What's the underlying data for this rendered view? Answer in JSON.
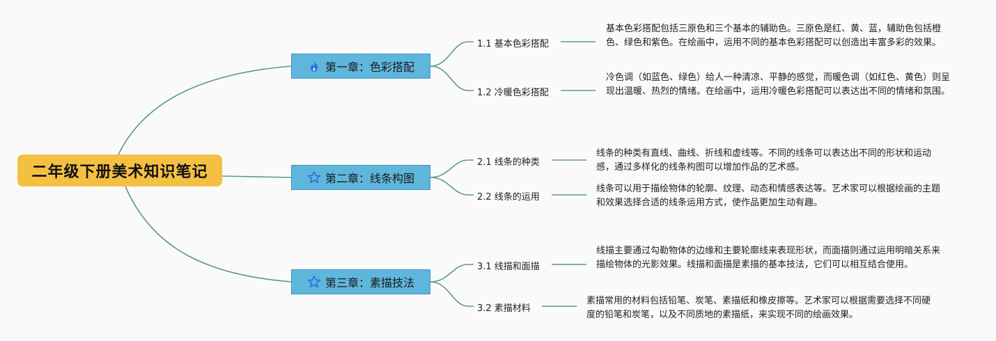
{
  "root": {
    "title": "二年级下册美术知识笔记"
  },
  "chapters": [
    {
      "title": "第一章：色彩搭配",
      "icon": "flame-icon",
      "sections": [
        {
          "label": "1.1 基本色彩搭配",
          "note": "基本色彩搭配包括三原色和三个基本的辅助色。三原色是红、黄、蓝，辅助色包括橙色、绿色和紫色。在绘画中，运用不同的基本色彩搭配可以创造出丰富多彩的效果。"
        },
        {
          "label": "1.2 冷暖色彩搭配",
          "note": "冷色调（如蓝色、绿色）给人一种清凉、平静的感觉，而暖色调（如红色、黄色）则呈现出温暖、热烈的情绪。在绘画中，运用冷暖色彩搭配可以表达出不同的情绪和氛围。"
        }
      ]
    },
    {
      "title": "第二章：线条构图",
      "icon": "star-icon",
      "sections": [
        {
          "label": "2.1 线条的种类",
          "note": "线条的种类有直线、曲线、折线和虚线等。不同的线条可以表达出不同的形状和运动感，通过多样化的线条构图可以增加作品的艺术感。"
        },
        {
          "label": "2.2 线条的运用",
          "note": "线条可以用于描绘物体的轮廓、纹理、动态和情感表达等。艺术家可以根据绘画的主题和效果选择合适的线条运用方式，使作品更加生动有趣。"
        }
      ]
    },
    {
      "title": "第三章：素描技法",
      "icon": "star-icon",
      "sections": [
        {
          "label": "3.1 线描和面描",
          "note": "线描主要通过勾勒物体的边缘和主要轮廓线来表现形状，而面描则通过运用明暗关系来描绘物体的光影效果。线描和面描是素描的基本技法，它们可以相互结合使用。"
        },
        {
          "label": "3.2 素描材料",
          "note": "素描常用的材料包括铅笔、炭笔、素描纸和橡皮擦等。艺术家可以根据需要选择不同硬度的铅笔和炭笔，以及不同质地的素描纸，来实现不同的绘画效果。"
        }
      ]
    }
  ],
  "colors": {
    "root_fill": "#f4c044",
    "chapter_fill": "#5fb6dc",
    "chapter_border": "#3d93bf",
    "link": "#5a9a86",
    "flame": "#2d6fd6",
    "star": "#2d6fd6"
  }
}
